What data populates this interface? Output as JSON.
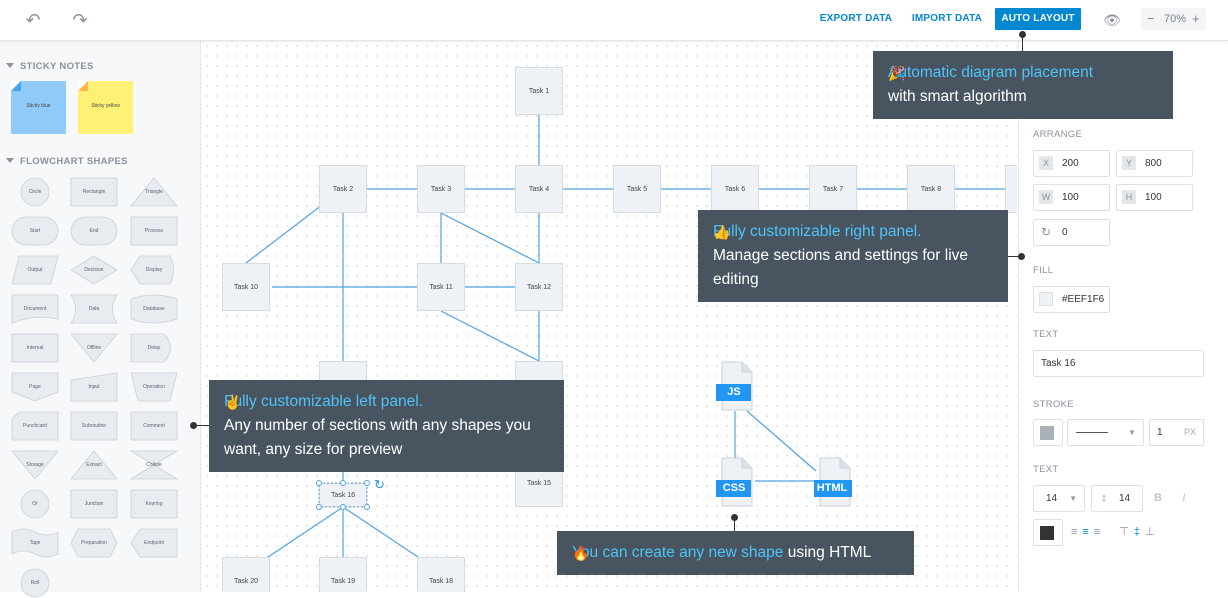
{
  "toolbar": {
    "export": "EXPORT DATA",
    "import": "IMPORT DATA",
    "autolayout": "AUTO LAYOUT",
    "zoom": "70%"
  },
  "left": {
    "sticky_title": "STICKY NOTES",
    "stickies": [
      "Sticky blue",
      "Sticky yellow"
    ],
    "shapes_title": "FLOWCHART SHAPES",
    "shapes": [
      "Circle",
      "Rectangle",
      "Triangle",
      "Start",
      "End",
      "Process",
      "Output",
      "Decision",
      "Display",
      "Document",
      "Data",
      "Database",
      "Internal",
      "Offline",
      "Delay",
      "Page",
      "Input",
      "Operation",
      "Punchcard",
      "Subroutine",
      "Comment",
      "Storage",
      "Extract",
      "Collate",
      "Or",
      "Junction",
      "Keyring",
      "Tape",
      "Preparation",
      "Endpoint",
      "Roll"
    ]
  },
  "canvas": {
    "nodes": [
      "Task 1",
      "Task 2",
      "Task 3",
      "Task 4",
      "Task 5",
      "Task 6",
      "Task 7",
      "Task 8",
      "Task 10",
      "Task 11",
      "Task 12",
      "Task 15",
      "Task 16",
      "Task 20",
      "Task 19",
      "Task 18"
    ],
    "files": [
      "JS",
      "CSS",
      "HTML"
    ]
  },
  "right": {
    "arrange": "ARRANGE",
    "x_label": "X",
    "x": "200",
    "y_label": "Y",
    "y": "800",
    "w_label": "W",
    "w": "100",
    "h_label": "H",
    "h": "100",
    "angle": "0",
    "fill": "FILL",
    "fill_value": "#EEF1F6",
    "text": "TEXT",
    "text_value": "Task 16",
    "stroke": "STROKE",
    "stroke_width": "1",
    "stroke_unit": "PX",
    "text2": "TEXT",
    "font_size": "14",
    "line_height": "14"
  },
  "tips": {
    "top_hl": "Automatic diagram placement",
    "top_rest": "with smart algorithm",
    "right_hl": "Fully customizable right panel.",
    "right_rest": "Manage sections and settings for live editing",
    "left_hl": "Fully customizable left panel.",
    "left_rest": "Any number of sections with any shapes you want, any size for preview",
    "bottom_hl": "You can create any new shape",
    "bottom_rest": " using HTML"
  },
  "colors": {
    "accent": "#0288d1",
    "tooltip": "#485561",
    "highlight": "#4fc3f7",
    "node_fill": "#eef1f6",
    "edge": "#4fa3e0"
  }
}
